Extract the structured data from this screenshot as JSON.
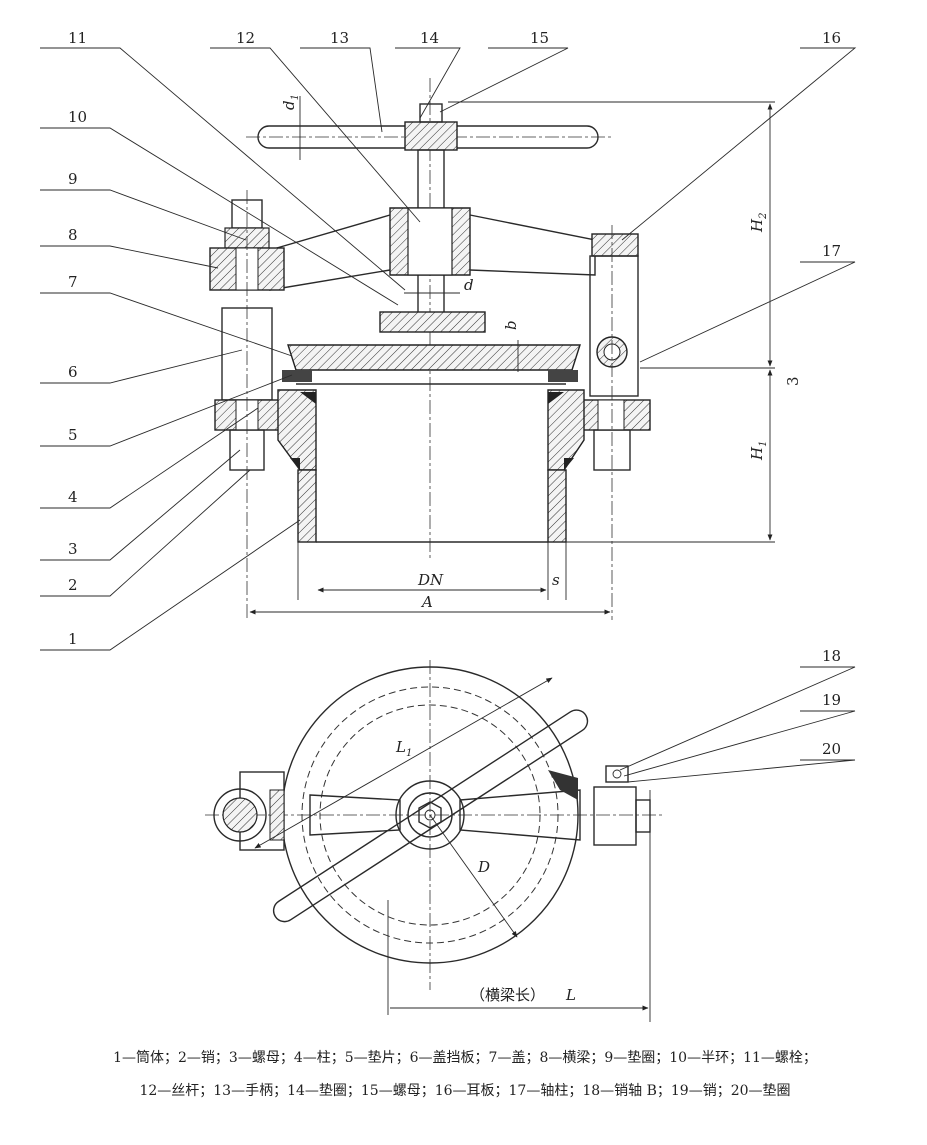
{
  "part_numbers": {
    "n1": "1",
    "n2": "2",
    "n3": "3",
    "n4": "4",
    "n5": "5",
    "n6": "6",
    "n7": "7",
    "n8": "8",
    "n9": "9",
    "n10": "10",
    "n11": "11",
    "n12": "12",
    "n13": "13",
    "n14": "14",
    "n15": "15",
    "n16": "16",
    "n17": "17",
    "n18": "18",
    "n19": "19",
    "n20": "20"
  },
  "dimensions": {
    "d1": "d",
    "d1_sub": "1",
    "d": "d",
    "b": "b",
    "H2": "H",
    "H2_sub": "2",
    "H1": "H",
    "H1_sub": "1",
    "three": "3",
    "DN": "DN",
    "s": "s",
    "A": "A",
    "L1": "L",
    "L1_sub": "1",
    "D": "D",
    "beam_length_label": "（横梁长）",
    "L": "L"
  },
  "legend": {
    "line1": "1—筒体；2—销；3—螺母；4—柱；5—垫片；6—盖挡板；7—盖；8—横梁；9—垫圈；10—半环；11—螺栓；",
    "line2": "12—丝杆；13—手柄；14—垫圈；15—螺母；16—耳板；17—轴柱；18—销轴 B；19—销；20—垫圈"
  }
}
